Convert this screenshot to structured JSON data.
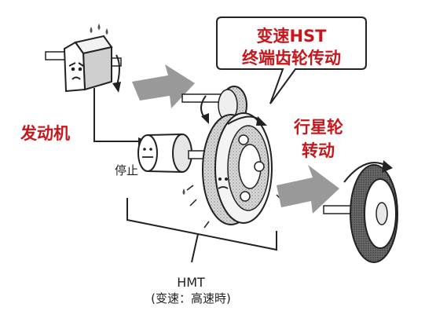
{
  "callout": {
    "line1": "变速HST",
    "line2": "终端齿轮传动"
  },
  "labels": {
    "engine": "发动机",
    "stop": "停止",
    "planetary_line1": "行星轮",
    "planetary_line2": "转动",
    "hmt": "HMT",
    "hmt_note": "(变速：高速時)"
  },
  "colors": {
    "accent_red": "#c8161d",
    "arrow_gray": "#999999",
    "line_dark": "#222222"
  }
}
